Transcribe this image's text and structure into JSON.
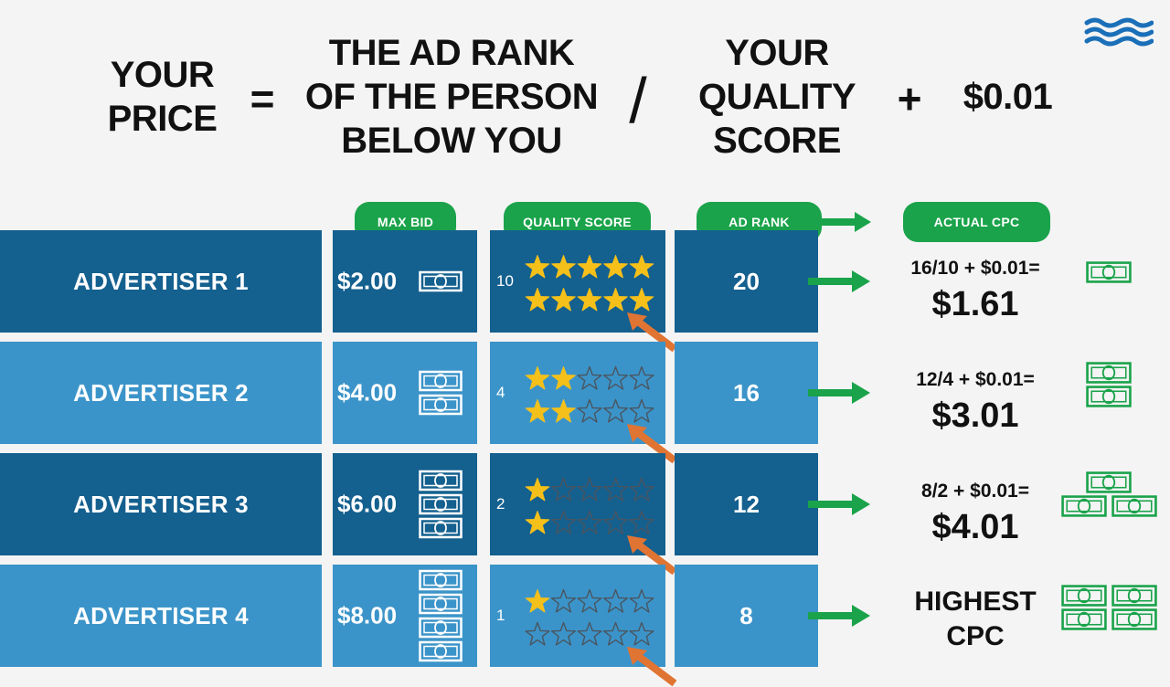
{
  "formula": {
    "your_price": [
      "YOUR",
      "PRICE"
    ],
    "equals": "=",
    "ad_rank_below": [
      "THE AD RANK",
      "OF THE PERSON",
      "BELOW YOU"
    ],
    "divide": "/",
    "quality_score": [
      "YOUR",
      "QUALITY",
      "SCORE"
    ],
    "plus": "+",
    "increment": "$0.01"
  },
  "headers": {
    "max_bid": "MAX BID",
    "quality_score": "QUALITY SCORE",
    "ad_rank": "AD RANK",
    "actual_cpc": "ACTUAL CPC"
  },
  "rows": [
    {
      "advertiser": "ADVERTISER 1",
      "max_bid": "$2.00",
      "bill_count": 1,
      "quality_score": "10",
      "qs_value": 10,
      "ad_rank": "20",
      "cpc_formula": "16/10 + $0.01=",
      "cpc_value": "$1.61",
      "cpc_bills": 1
    },
    {
      "advertiser": "ADVERTISER 2",
      "max_bid": "$4.00",
      "bill_count": 2,
      "quality_score": "4",
      "qs_value": 4,
      "ad_rank": "16",
      "cpc_formula": "12/4 + $0.01=",
      "cpc_value": "$3.01",
      "cpc_bills": 2
    },
    {
      "advertiser": "ADVERTISER 3",
      "max_bid": "$6.00",
      "bill_count": 3,
      "quality_score": "2",
      "qs_value": 2,
      "ad_rank": "12",
      "cpc_formula": "8/2 + $0.01=",
      "cpc_value": "$4.01",
      "cpc_bills": 3
    },
    {
      "advertiser": "ADVERTISER 4",
      "max_bid": "$8.00",
      "bill_count": 4,
      "quality_score": "1",
      "qs_value": 1,
      "ad_rank": "8",
      "cpc_highest": [
        "HIGHEST",
        "CPC"
      ],
      "cpc_bills": 4
    }
  ],
  "colors": {
    "dark_cell": "#14608f",
    "light_cell": "#3b94c9",
    "green": "#1aa34a",
    "star": "#f5c01a",
    "arrow_orange": "#e07433",
    "logo_blue": "#1a6fb8"
  },
  "icons": {
    "logo": "wave-logo-icon",
    "bill": "money-bill-icon",
    "star": "star-icon",
    "arrow_right": "arrow-right-icon",
    "arrow_pointer": "orange-pointer-arrow-icon"
  }
}
